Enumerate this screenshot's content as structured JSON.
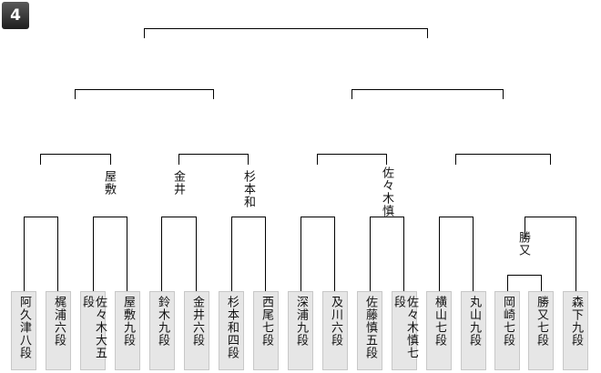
{
  "bracket": {
    "number": "4",
    "players": [
      "阿久津八段",
      "梶浦六段",
      "佐々木大五段",
      "屋敷九段",
      "鈴木九段",
      "金井六段",
      "杉本和四段",
      "西尾七段",
      "深浦九段",
      "及川六段",
      "佐藤慎五段",
      "佐々木慎七段",
      "横山七段",
      "丸山九段",
      "岡崎七段",
      "勝又七段",
      "森下九段"
    ],
    "winners": [
      "屋敷",
      "金井",
      "杉本和",
      "佐々木慎",
      "勝又"
    ],
    "line_color": "#000000"
  }
}
